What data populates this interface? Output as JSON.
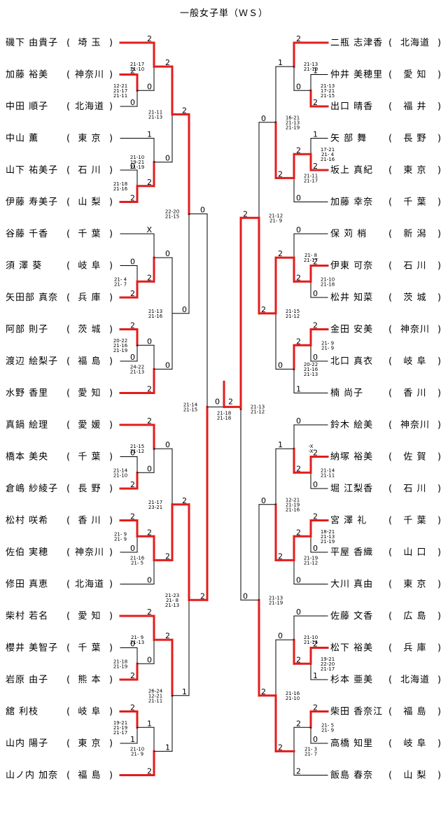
{
  "title": "一般女子単（ＷＳ）",
  "colors": {
    "win": "#e31c1c",
    "line": "#000000"
  },
  "left": {
    "players": [
      {
        "name": "磯下 由貴子",
        "pref": "埼 玉"
      },
      {
        "name": "加藤 裕美",
        "pref": "神奈川"
      },
      {
        "name": "中田 順子",
        "pref": "北海道"
      },
      {
        "name": "中山  薫",
        "pref": "東 京"
      },
      {
        "name": "山下 祐美子",
        "pref": "石 川"
      },
      {
        "name": "伊藤 寿美子",
        "pref": "山 梨"
      },
      {
        "name": "谷藤 千香",
        "pref": "千 葉"
      },
      {
        "name": "須 澤  葵",
        "pref": "岐 阜"
      },
      {
        "name": "矢田部 真奈",
        "pref": "兵 庫"
      },
      {
        "name": "阿部 則子",
        "pref": "茨 城"
      },
      {
        "name": "渡辺 絵梨子",
        "pref": "福 島"
      },
      {
        "name": "水野 香里",
        "pref": "愛 知"
      },
      {
        "name": "真鍋 絵理",
        "pref": "愛 媛"
      },
      {
        "name": "橋本 美央",
        "pref": "千 葉"
      },
      {
        "name": "倉嶋 紗綾子",
        "pref": "長 野"
      },
      {
        "name": "松村 咲希",
        "pref": "香 川"
      },
      {
        "name": "佐伯 実穂",
        "pref": "神奈川"
      },
      {
        "name": "修田 真恵",
        "pref": "北海道"
      },
      {
        "name": "柴村 若名",
        "pref": "愛 知"
      },
      {
        "name": "櫻井 美智子",
        "pref": "千 葉"
      },
      {
        "name": "岩原 由子",
        "pref": "熊 本"
      },
      {
        "name": "舘  利枝",
        "pref": "岐 阜"
      },
      {
        "name": "山内 陽子",
        "pref": "東 京"
      },
      {
        "name": "山ノ内 加奈",
        "pref": "福 島"
      }
    ],
    "r1": [
      {
        "a": "2",
        "b": "0",
        "detail": "12-21\n21-17\n21-11"
      },
      {
        "a": "0",
        "b": "2",
        "detail": "21-18\n21-16"
      },
      {
        "a": "0",
        "b": "2",
        "detail": "21- 4\n21- 7"
      },
      {
        "a": "2",
        "b": "0",
        "detail": "20-22\n21-16\n21-19"
      },
      {
        "a": "0",
        "b": "2",
        "detail": "21-14\n21-10"
      },
      {
        "a": "2",
        "b": "0",
        "detail": "21- 9\n21- 9"
      },
      {
        "a": "0",
        "b": "2",
        "detail": "21-18\n21-19"
      },
      {
        "a": "2",
        "b": "1",
        "detail": "19-21\n21-19\n21-17"
      }
    ],
    "r2": [
      {
        "a": "2",
        "b": "0",
        "detail": "21-17\n21-10"
      },
      {
        "a": "2",
        "b": "1",
        "detail": "21-10\n19-21\n21-19"
      },
      {
        "a": "X",
        "b": "2",
        "detail": ""
      },
      {
        "a": "0",
        "b": "2",
        "detail": "24-22\n21-13"
      },
      {
        "a": "2",
        "b": "0",
        "detail": "21-15\n21-12"
      },
      {
        "a": "2",
        "b": "0",
        "detail": "21-16\n21- 5"
      },
      {
        "a": "2",
        "b": "0",
        "detail": "21- 9\n21-13"
      },
      {
        "a": "1",
        "b": "2",
        "detail": "21-10\n21- 9"
      }
    ],
    "r3": [
      {
        "a": "2",
        "b": "0",
        "detail": "21-11\n21-13"
      },
      {
        "a": "0",
        "b": "0",
        "detail": "21-13\n21-16"
      },
      {
        "a": "0",
        "b": "2",
        "detail": "21-17\n23-21"
      },
      {
        "a": "2",
        "b": "1",
        "detail": "26-24\n12-21\n21-11"
      }
    ],
    "r4": [
      {
        "a": "2",
        "b": "0",
        "detail": "22-20\n21-15"
      },
      {
        "a": "2",
        "b": "1",
        "detail": "21-23\n21- 8\n21-13"
      }
    ],
    "r5": {
      "a": "0",
      "b": "2",
      "detail": "21-14\n21-15"
    }
  },
  "right": {
    "players": [
      {
        "name": "二瓶 志津香",
        "pref": "北海道"
      },
      {
        "name": "仲井 美穂里",
        "pref": "愛 知"
      },
      {
        "name": "出口 晴香",
        "pref": "福 井"
      },
      {
        "name": "矢 部  舞",
        "pref": "長 野"
      },
      {
        "name": "坂上 真紀",
        "pref": "東 京"
      },
      {
        "name": "加藤 幸奈",
        "pref": "千 葉"
      },
      {
        "name": "保 苅  梢",
        "pref": "新 潟"
      },
      {
        "name": "伊東 可奈",
        "pref": "石 川"
      },
      {
        "name": "松井 知菜",
        "pref": "茨 城"
      },
      {
        "name": "金田 安美",
        "pref": "神奈川"
      },
      {
        "name": "北口 真衣",
        "pref": "岐 阜"
      },
      {
        "name": "楠  尚子",
        "pref": "香 川"
      },
      {
        "name": "鈴木 絵美",
        "pref": "神奈川"
      },
      {
        "name": "納塚 裕美",
        "pref": "佐 賀"
      },
      {
        "name": "堀 江梨香",
        "pref": "石 川"
      },
      {
        "name": "宮 澤  礼",
        "pref": "千 葉"
      },
      {
        "name": "平屋 香織",
        "pref": "山 口"
      },
      {
        "name": "大川 真由",
        "pref": "東 京"
      },
      {
        "name": "佐藤 文香",
        "pref": "広 島"
      },
      {
        "name": "松下 裕美",
        "pref": "兵 庫"
      },
      {
        "name": "杉本 亜美",
        "pref": "北海道"
      },
      {
        "name": "柴田 香奈江",
        "pref": "福 島"
      },
      {
        "name": "高橋 知里",
        "pref": "岐 阜"
      },
      {
        "name": "飯島 春奈",
        "pref": "山 梨"
      }
    ],
    "r1": [
      {
        "a": "1",
        "b": "2",
        "detail": "21-13\n17-21\n21-15"
      },
      {
        "a": "1",
        "b": "2",
        "detail": "17-21\n21- 4\n21-16"
      },
      {
        "a": "2",
        "b": "0",
        "detail": "21-10\n21-18"
      },
      {
        "a": "2",
        "b": "0",
        "detail": "21- 9\n21- 9"
      },
      {
        "a": "2",
        "b": "0",
        "detail": "21-14\n21-11"
      },
      {
        "a": "2",
        "b": "0",
        "detail": "18-21\n21-13\n21-19"
      },
      {
        "a": "2",
        "b": "1",
        "detail": "19-21\n22-20\n21-17"
      },
      {
        "a": "2",
        "b": "0",
        "detail": "21- 5\n21- 9"
      }
    ],
    "r2": [
      {
        "a": "2",
        "b": "0",
        "detail": "21-13\n21-19"
      },
      {
        "a": "2",
        "b": "0",
        "detail": "21-11\n21-17"
      },
      {
        "a": "0",
        "b": "2",
        "detail": "21- 8\n21-17"
      },
      {
        "a": "2",
        "b": "1",
        "detail": "20-22\n21-16\n21-13"
      },
      {
        "a": "0",
        "b": "2",
        "detail": "-X\n-X"
      },
      {
        "a": "2",
        "b": "0",
        "detail": "21-19\n21-12"
      },
      {
        "a": "0",
        "b": "2",
        "detail": "21-10\n21-14"
      },
      {
        "a": "2",
        "b": "2",
        "detail": "21- 3\n21- 7"
      }
    ],
    "r3": [
      {
        "a": "1",
        "b": "2",
        "detail": "16-21\n21-13\n21-19"
      },
      {
        "a": "2",
        "b": "0",
        "detail": "21-15\n21-12"
      },
      {
        "a": "1",
        "b": "2",
        "detail": "12-21\n21-19\n21-16"
      },
      {
        "a": "0",
        "b": "2",
        "detail": "21-16\n21-10"
      }
    ],
    "r4": [
      {
        "a": "0",
        "b": "2",
        "detail": "21-12\n21- 9"
      },
      {
        "a": "0",
        "b": "2",
        "detail": "21-13\n21-19"
      }
    ],
    "r5": {
      "a": "2",
      "b": "0",
      "detail": "21-13\n21-12"
    }
  },
  "final": {
    "left": "0",
    "right": "2",
    "detail": "21-18\n21-18"
  }
}
